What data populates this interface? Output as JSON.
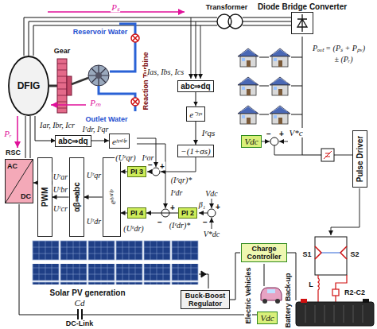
{
  "diagram": {
    "nodes": [
      {
        "text": [
          "DFIG"
        ]
      },
      {
        "text": [
          "Diode Bridge Converter"
        ]
      },
      {
        "text": [
          "abc⇒dq"
        ]
      },
      {
        "text": [
          "e⁻ʲᵞˢ"
        ]
      },
      {
        "text": [
          "−(1+σs)"
        ]
      },
      {
        "text": [
          "RSC",
          "AC",
          "DC"
        ]
      },
      {
        "text": [
          "abc⇒dq"
        ]
      },
      {
        "text": [
          "eʲᵞˢˡⁱᵖ"
        ]
      },
      {
        "text": [
          "PI 3"
        ]
      },
      {
        "text": [
          "PWM"
        ]
      },
      {
        "text": [
          "αβ⇒abc"
        ]
      },
      {
        "text": [
          "eʲᵞˢˡⁱᵖ"
        ]
      },
      {
        "text": [
          "PI 4"
        ]
      },
      {
        "text": [
          "PI 2"
        ]
      },
      {
        "text": [
          "Pulse Driver"
        ]
      },
      {
        "text": [
          "Charge Controller"
        ]
      },
      {
        "text": [
          "Buck-Boost Regulator"
        ]
      },
      {
        "text": [
          "Vdc"
        ]
      },
      {
        "text": [
          "Vdc"
        ]
      }
    ],
    "edges": [
      {
        "from": 2,
        "to": 3,
        "arrow": "to"
      },
      {
        "from": 3,
        "to": 4,
        "label": "Iᵉqs",
        "arrow": "to"
      },
      {
        "from": 6,
        "to": 7,
        "arrow": "to"
      },
      {
        "from": 8,
        "to": 11,
        "arrow": "to"
      },
      {
        "from": 13,
        "to": 12,
        "arrow": "to"
      },
      {
        "from": 12,
        "to": 11,
        "arrow": "to"
      },
      {
        "from": 11,
        "to": 10,
        "arrow": "to"
      },
      {
        "from": 10,
        "to": 9,
        "arrow": "to"
      },
      {
        "from": 9,
        "to": 5,
        "arrow": "to"
      }
    ],
    "labels": [
      "Pₛ",
      "Transformer",
      "Pₒᵤₜ = (Pₛ + Pₚᵥ)",
      "± (Pᵣ)",
      "Reservoir Water",
      "Gear",
      "Reaction Turbine",
      "Outlet Water",
      "Pₘ",
      "Pᵣ",
      "Ias, Ibs, Ics",
      "Iar, Ibr, Icr",
      "Iʳdr, Iʳqr",
      "Uʳar",
      "Uʳbr",
      "Uʳcr",
      "Uʳqr",
      "Uʳdr",
      "(Uᵉqr)",
      "(Uᵉdr)",
      "Iᵉqr",
      "(Iᵉqr)*",
      "Iᵉdr",
      "(Iᵉdr)*",
      "β₁",
      "Vdc",
      "V*dc",
      "V*c",
      "Solar PV generation",
      "Electric Vehicles",
      "Cd",
      "DC-Link",
      "S1",
      "S2",
      "L",
      "Battery Back-up",
      "R2-C2",
      "+",
      "−",
      "+",
      "−",
      "−",
      "+",
      "−",
      "+"
    ]
  }
}
